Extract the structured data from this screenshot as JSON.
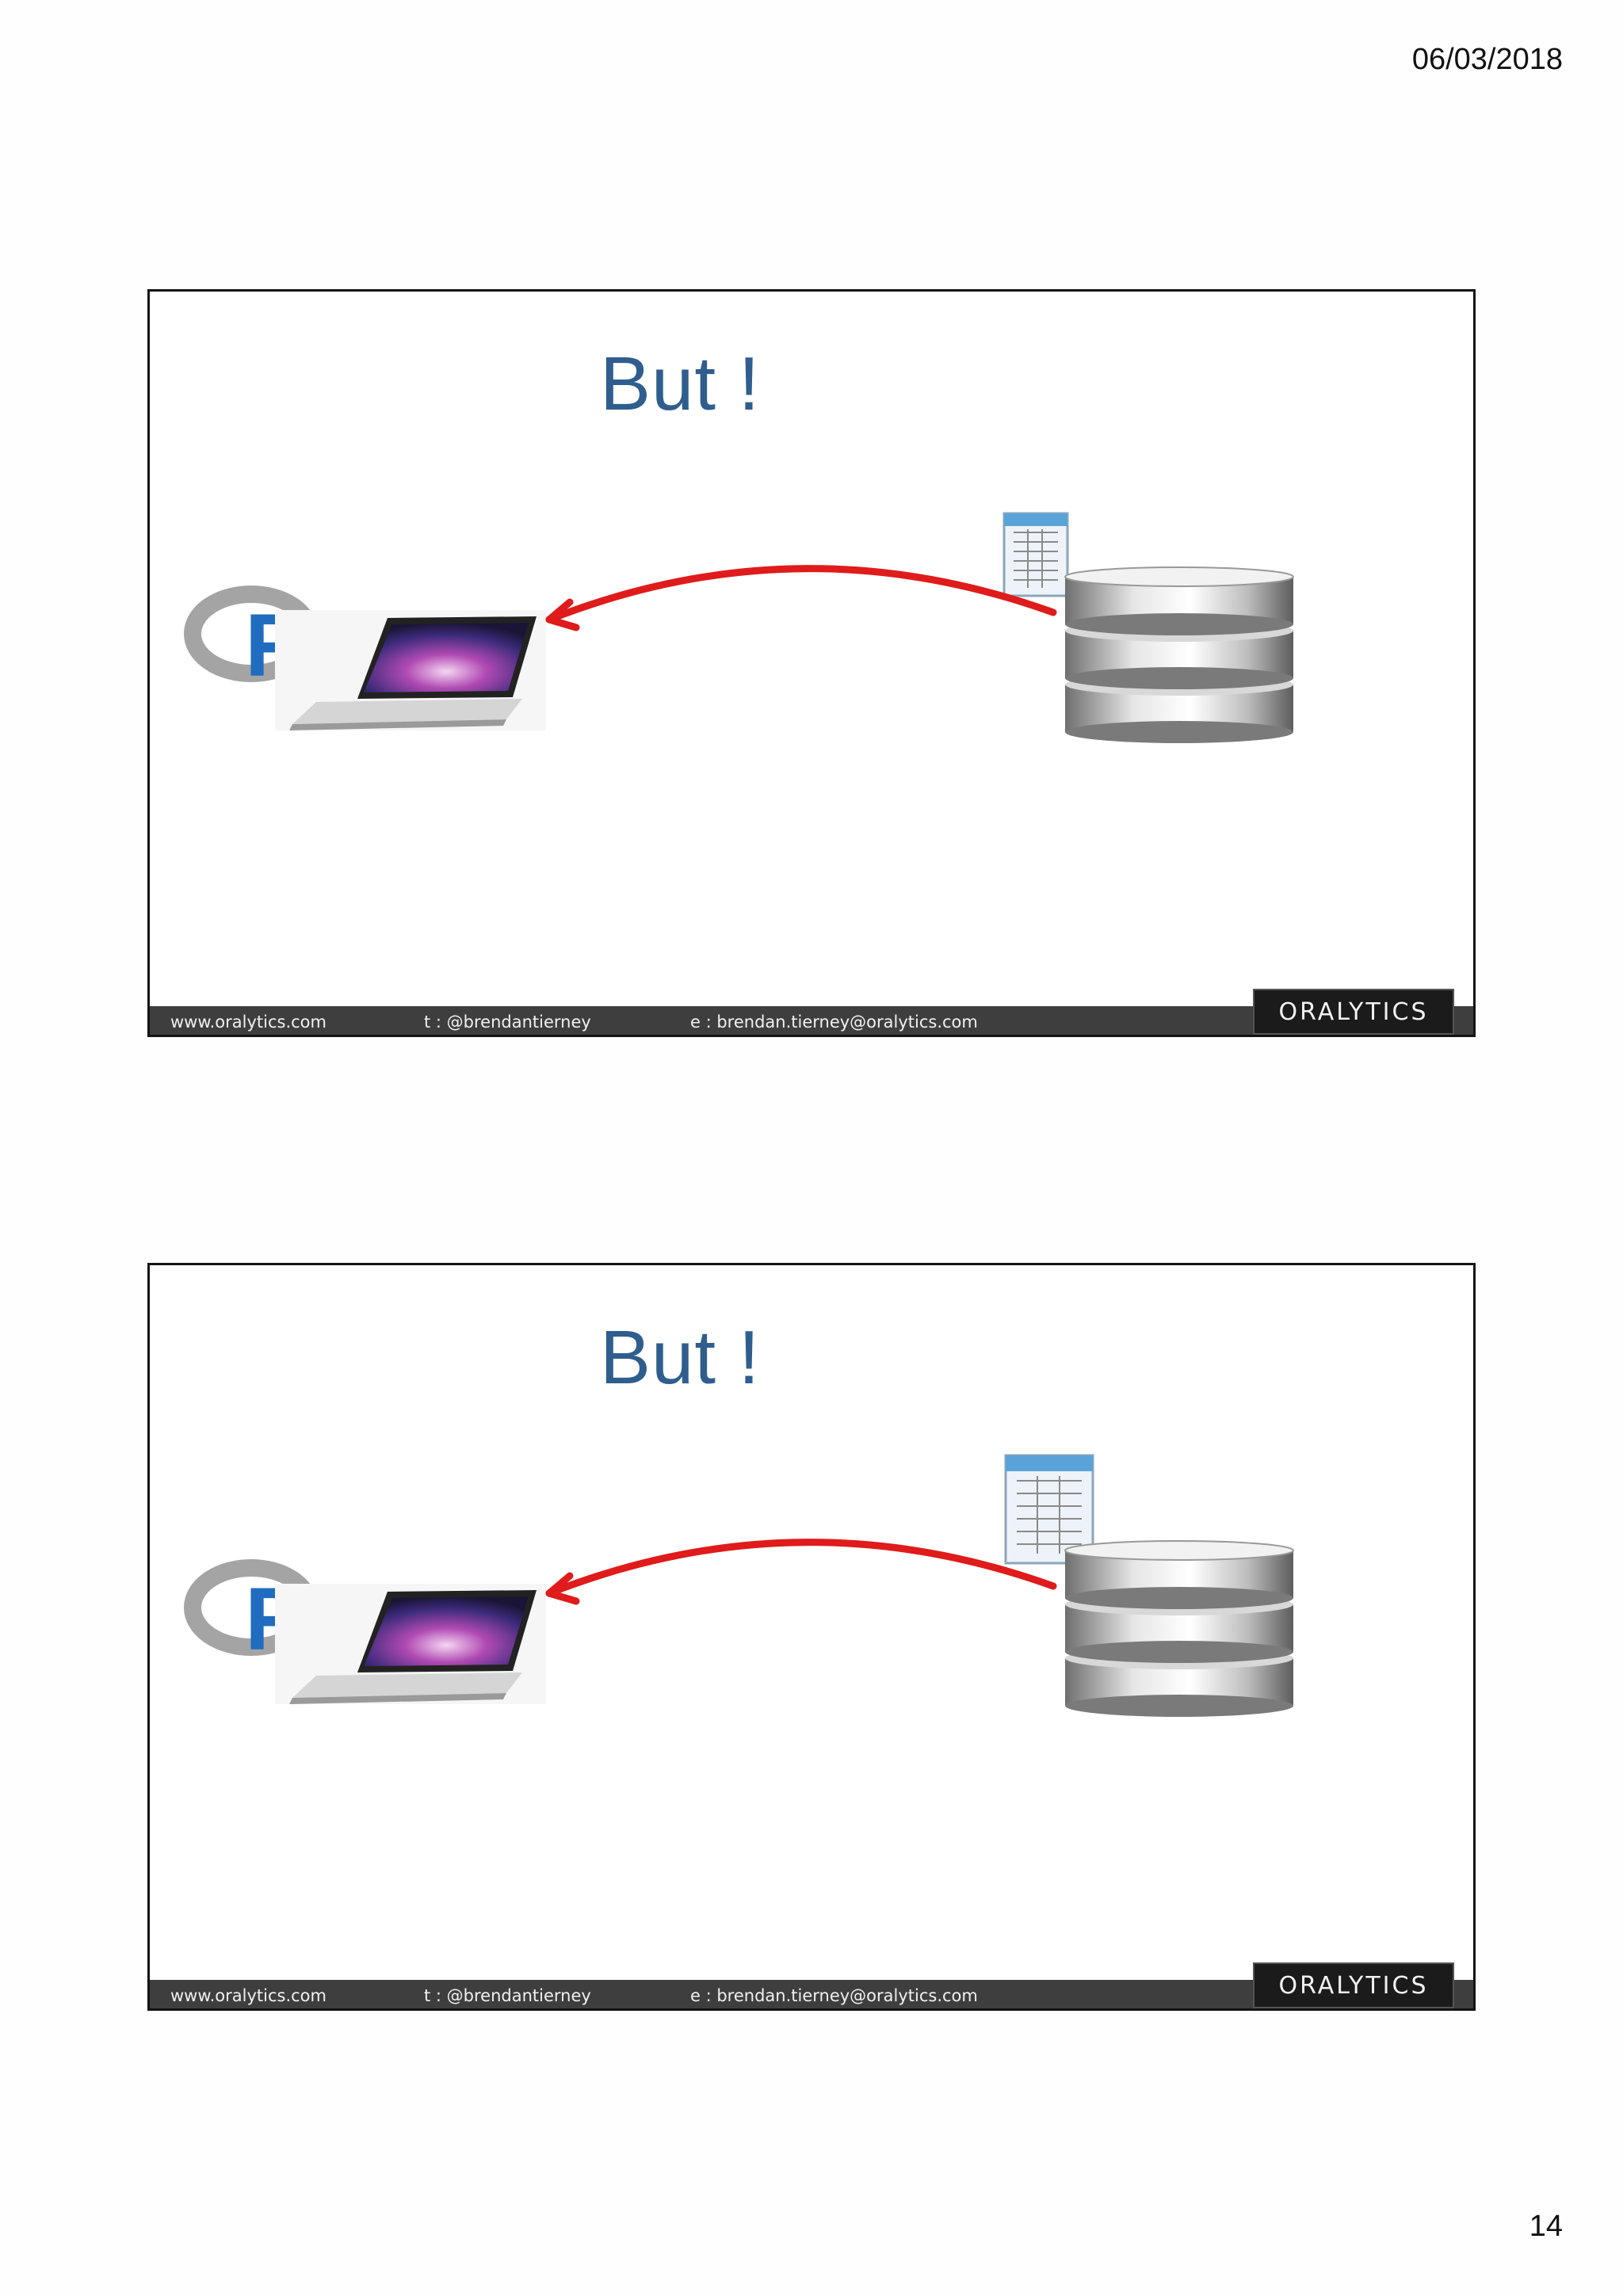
{
  "page": {
    "date": "06/03/2018",
    "number": "14"
  },
  "slides": [
    {
      "title": "But !",
      "r_logo_letter": "R",
      "icons": [
        "r-logo-icon",
        "laptop-icon",
        "data-table-icon",
        "database-icon",
        "arrow-icon"
      ],
      "footer": {
        "website": "www.oralytics.com",
        "twitter": "t : @brendantierney",
        "email": "e : brendan.tierney@oralytics.com",
        "logo": "ORALYTICS"
      }
    },
    {
      "title": "But !",
      "r_logo_letter": "R",
      "icons": [
        "r-logo-icon",
        "laptop-icon",
        "data-table-icon",
        "database-icon",
        "arrow-icon"
      ],
      "footer": {
        "website": "www.oralytics.com",
        "twitter": "t : @brendantierney",
        "email": "e : brendan.tierney@oralytics.com",
        "logo": "ORALYTICS"
      }
    }
  ],
  "colors": {
    "title": "#2f5e8e",
    "arrow": "#e01b1b",
    "r_blue": "#1f6cc0",
    "footer_bar": "#3e3e3e"
  }
}
